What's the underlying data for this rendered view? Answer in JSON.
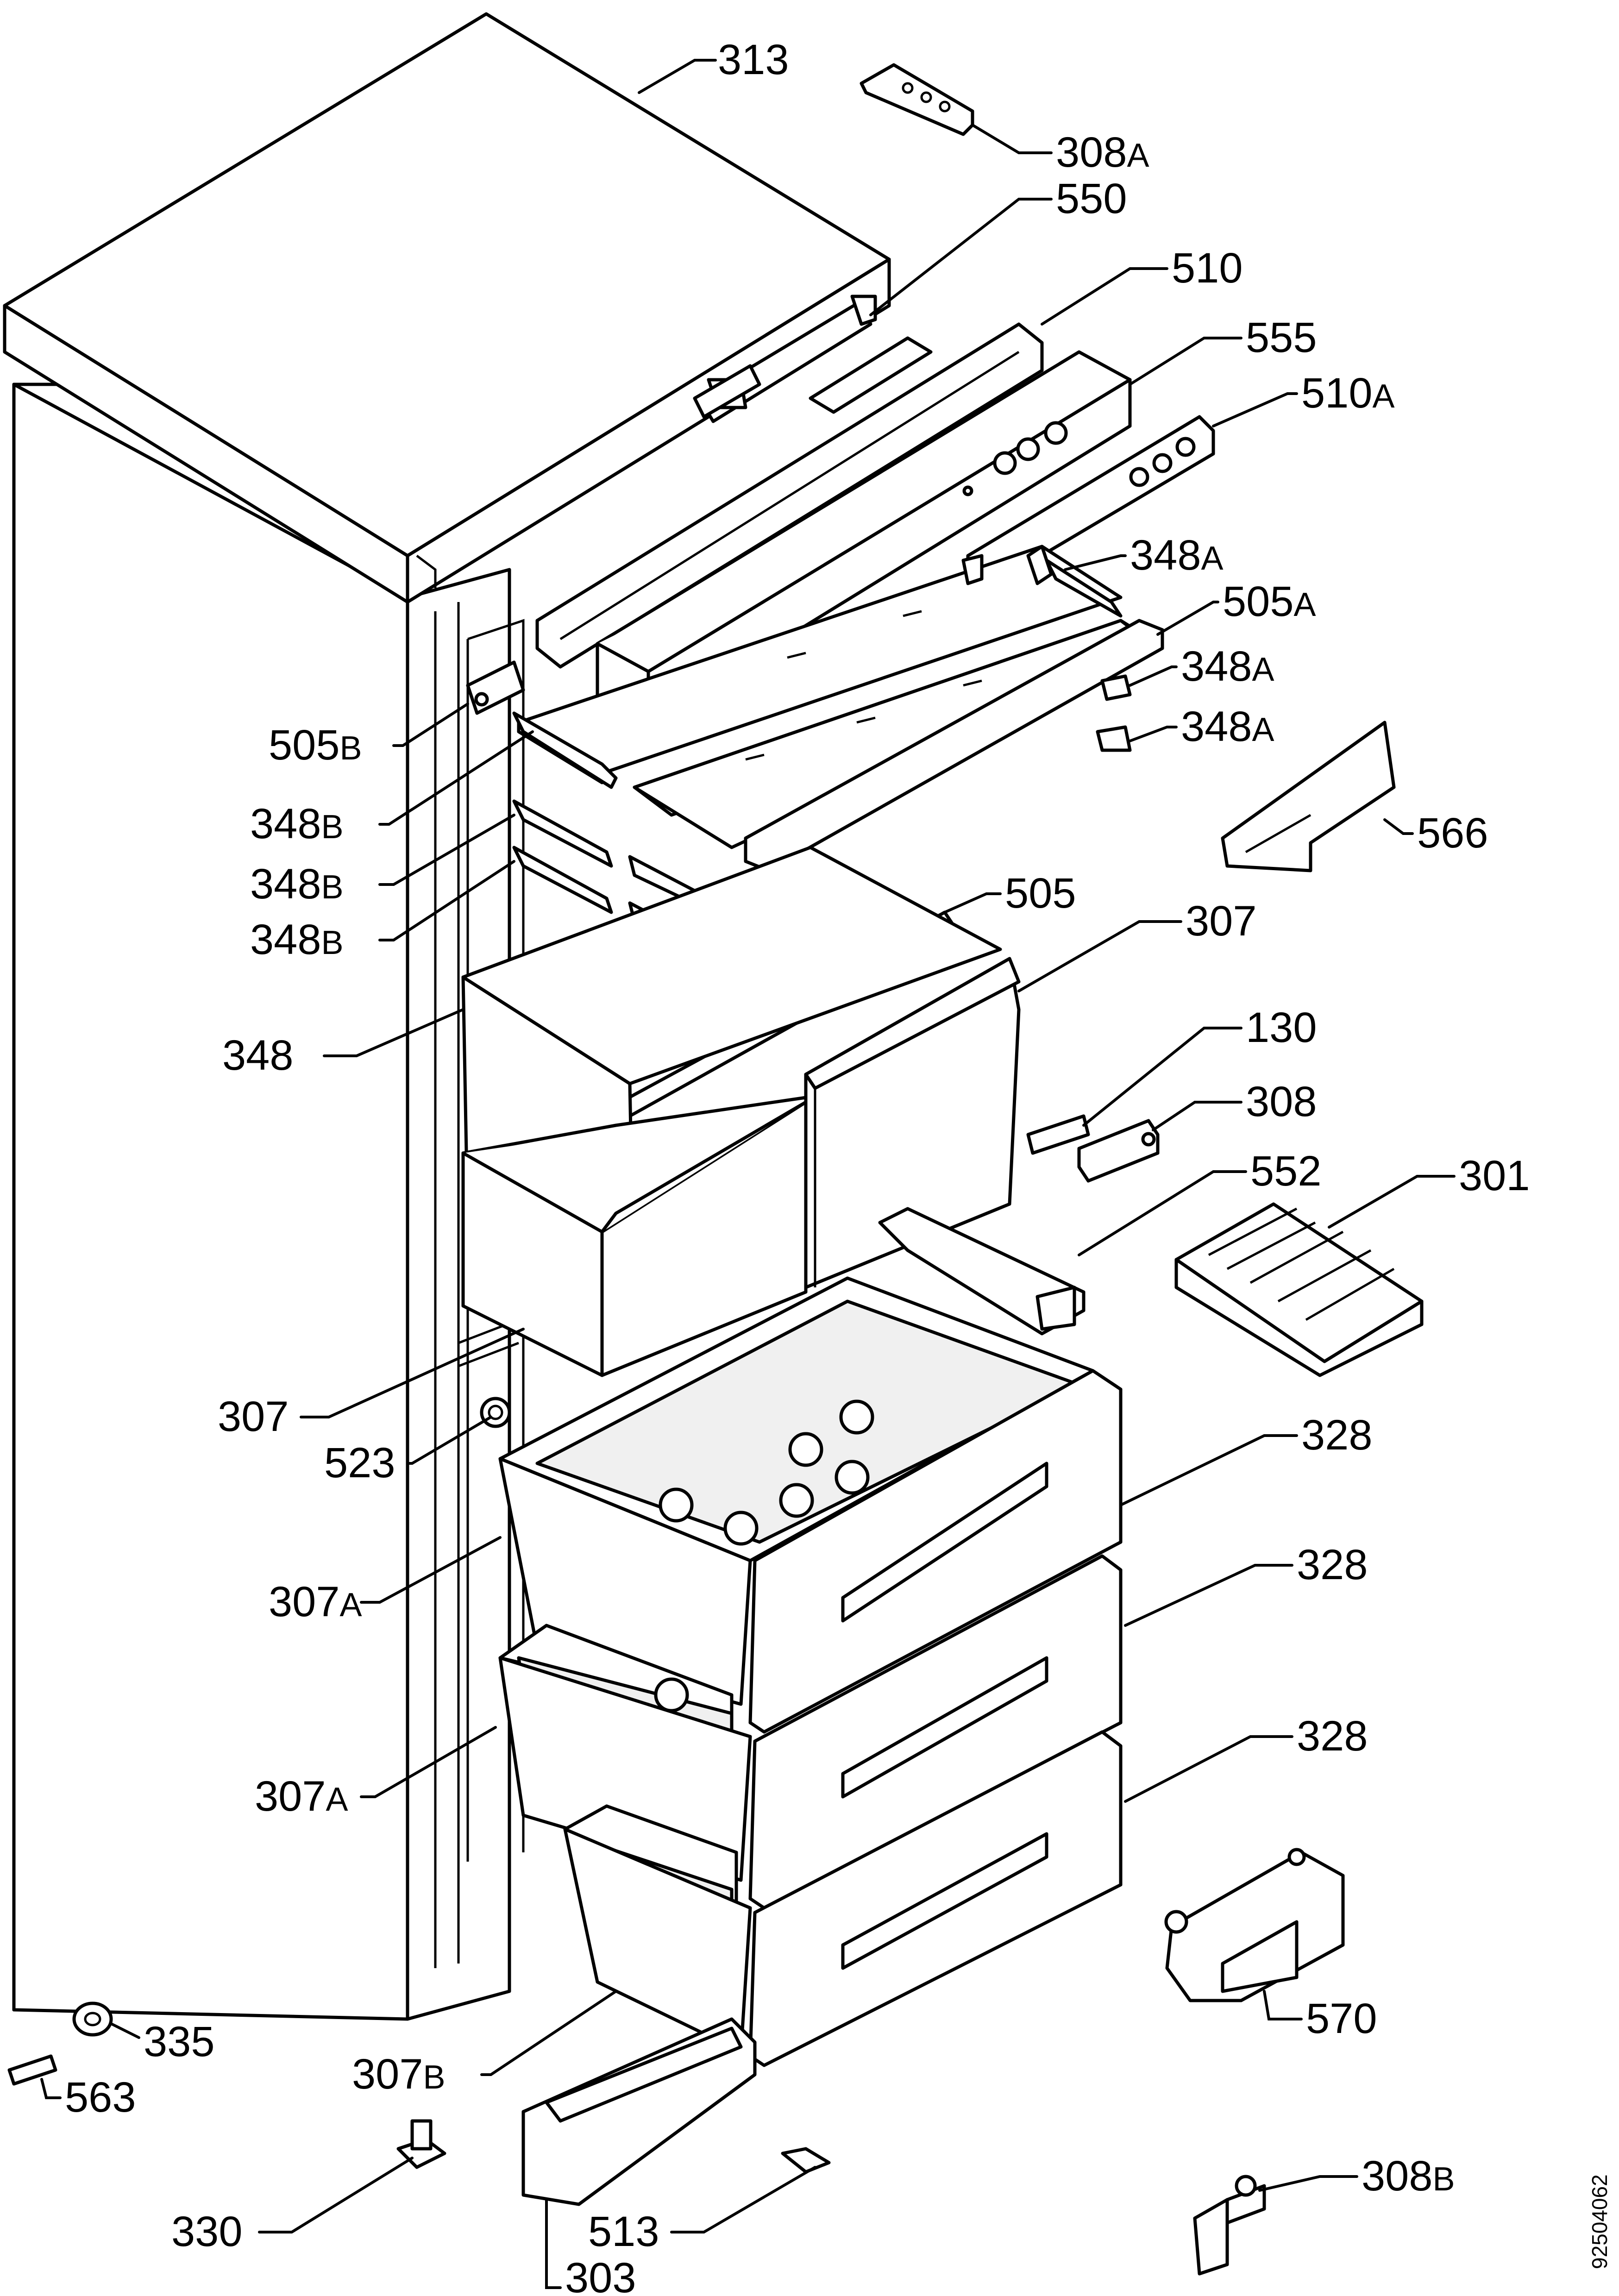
{
  "diagram": {
    "document_number": "92504062",
    "callouts": [
      {
        "id": "313",
        "number": "313",
        "suffix": ""
      },
      {
        "id": "308A",
        "number": "308",
        "suffix": "A"
      },
      {
        "id": "550",
        "number": "550",
        "suffix": ""
      },
      {
        "id": "510",
        "number": "510",
        "suffix": ""
      },
      {
        "id": "555",
        "number": "555",
        "suffix": ""
      },
      {
        "id": "510A",
        "number": "510",
        "suffix": "A"
      },
      {
        "id": "348A-top",
        "number": "348",
        "suffix": "A"
      },
      {
        "id": "505A",
        "number": "505",
        "suffix": "A"
      },
      {
        "id": "348A-mid",
        "number": "348",
        "suffix": "A"
      },
      {
        "id": "348A-low",
        "number": "348",
        "suffix": "A"
      },
      {
        "id": "505B",
        "number": "505",
        "suffix": "B"
      },
      {
        "id": "348B-1",
        "number": "348",
        "suffix": "B"
      },
      {
        "id": "348B-2",
        "number": "348",
        "suffix": "B"
      },
      {
        "id": "348B-3",
        "number": "348",
        "suffix": "B"
      },
      {
        "id": "566",
        "number": "566",
        "suffix": ""
      },
      {
        "id": "505",
        "number": "505",
        "suffix": ""
      },
      {
        "id": "307",
        "number": "307",
        "suffix": ""
      },
      {
        "id": "348",
        "number": "348",
        "suffix": ""
      },
      {
        "id": "130",
        "number": "130",
        "suffix": ""
      },
      {
        "id": "308",
        "number": "308",
        "suffix": ""
      },
      {
        "id": "552",
        "number": "552",
        "suffix": ""
      },
      {
        "id": "301",
        "number": "301",
        "suffix": ""
      },
      {
        "id": "307-left",
        "number": "307",
        "suffix": ""
      },
      {
        "id": "523",
        "number": "523",
        "suffix": ""
      },
      {
        "id": "328-1",
        "number": "328",
        "suffix": ""
      },
      {
        "id": "307A-1",
        "number": "307",
        "suffix": "A"
      },
      {
        "id": "328-2",
        "number": "328",
        "suffix": ""
      },
      {
        "id": "307A-2",
        "number": "307",
        "suffix": "A"
      },
      {
        "id": "328-3",
        "number": "328",
        "suffix": ""
      },
      {
        "id": "335",
        "number": "335",
        "suffix": ""
      },
      {
        "id": "563",
        "number": "563",
        "suffix": ""
      },
      {
        "id": "570",
        "number": "570",
        "suffix": ""
      },
      {
        "id": "307B",
        "number": "307",
        "suffix": "B"
      },
      {
        "id": "308B",
        "number": "308",
        "suffix": "B"
      },
      {
        "id": "330",
        "number": "330",
        "suffix": ""
      },
      {
        "id": "513",
        "number": "513",
        "suffix": ""
      },
      {
        "id": "303",
        "number": "303",
        "suffix": ""
      }
    ]
  }
}
